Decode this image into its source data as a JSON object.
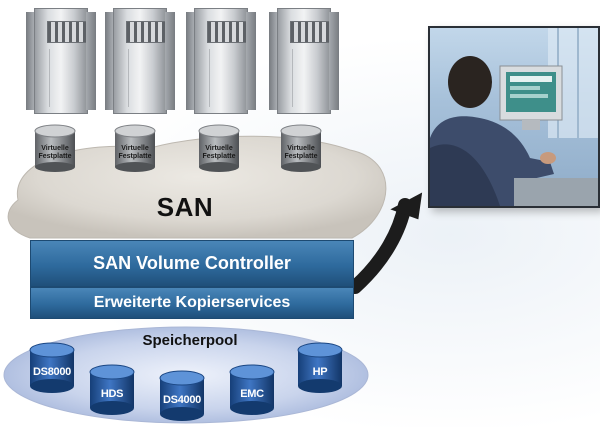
{
  "diagram": {
    "servers": [
      {
        "id": "server-1"
      },
      {
        "id": "server-2"
      },
      {
        "id": "server-3"
      },
      {
        "id": "server-4"
      }
    ],
    "virtual_disks": [
      {
        "label_line1": "Virtuelle",
        "label_line2": "Festplatte"
      },
      {
        "label_line1": "Virtuelle",
        "label_line2": "Festplatte"
      },
      {
        "label_line1": "Virtuelle",
        "label_line2": "Festplatte"
      },
      {
        "label_line1": "Virtuelle",
        "label_line2": "Festplatte"
      }
    ],
    "san_label": "SAN",
    "controller_label": "SAN Volume Controller",
    "copy_services_label": "Erweiterte Kopierservices",
    "pool_label": "Speicherpool",
    "storage_systems": [
      "DS8000",
      "HDS",
      "DS4000",
      "EMC",
      "HP"
    ],
    "colors": {
      "bar_blue": "#2e6a9d",
      "storage_blue": "#1e4f8f",
      "cloud_gray": "#d9d6d0",
      "pool_water": "#c5cfe6",
      "arrow": "#1c1c1c"
    },
    "icons": [
      "server-icon",
      "virtual-disk-icon",
      "storage-cylinder-icon",
      "curved-arrow-icon",
      "user-at-computer-photo"
    ]
  }
}
